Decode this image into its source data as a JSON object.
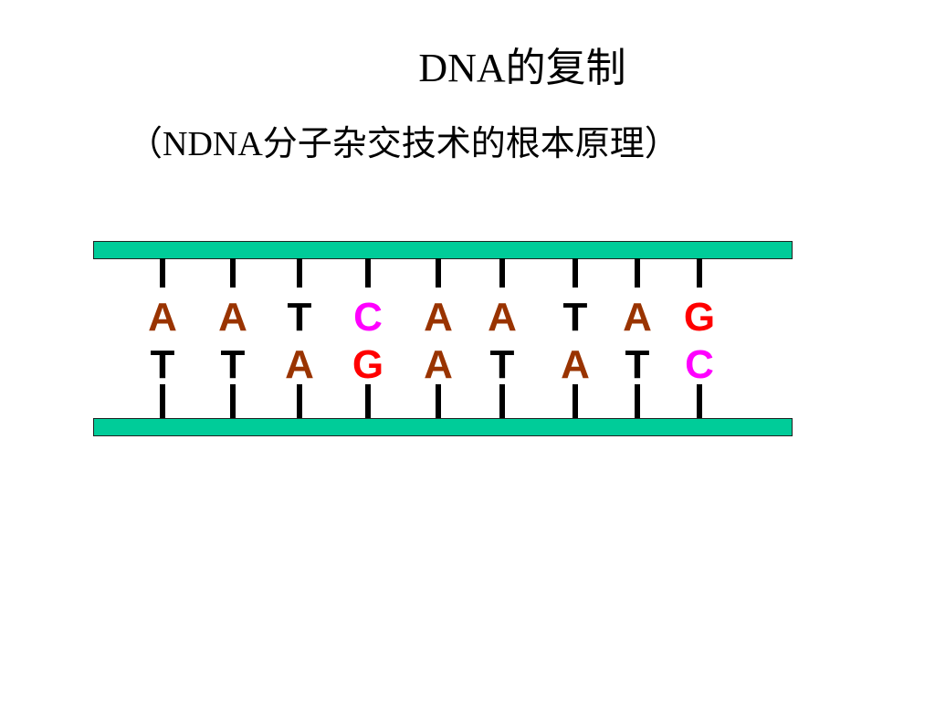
{
  "title": "DNA的复制",
  "subtitle": "（NDNA分子杂交技术的根本原理）",
  "colors": {
    "strand": "#00cc99",
    "A": "#993300",
    "T": "#000000",
    "C": "#ff00ff",
    "G": "#ff0000"
  },
  "base_pairs": [
    {
      "upper": "A",
      "lower": "T"
    },
    {
      "upper": "A",
      "lower": "T"
    },
    {
      "upper": "T",
      "lower": "A"
    },
    {
      "upper": "C",
      "lower": "G"
    },
    {
      "upper": "A",
      "lower": "A"
    },
    {
      "upper": "A",
      "lower": "T"
    },
    {
      "upper": "T",
      "lower": "A"
    },
    {
      "upper": "A",
      "lower": "T"
    },
    {
      "upper": "G",
      "lower": "C"
    }
  ]
}
